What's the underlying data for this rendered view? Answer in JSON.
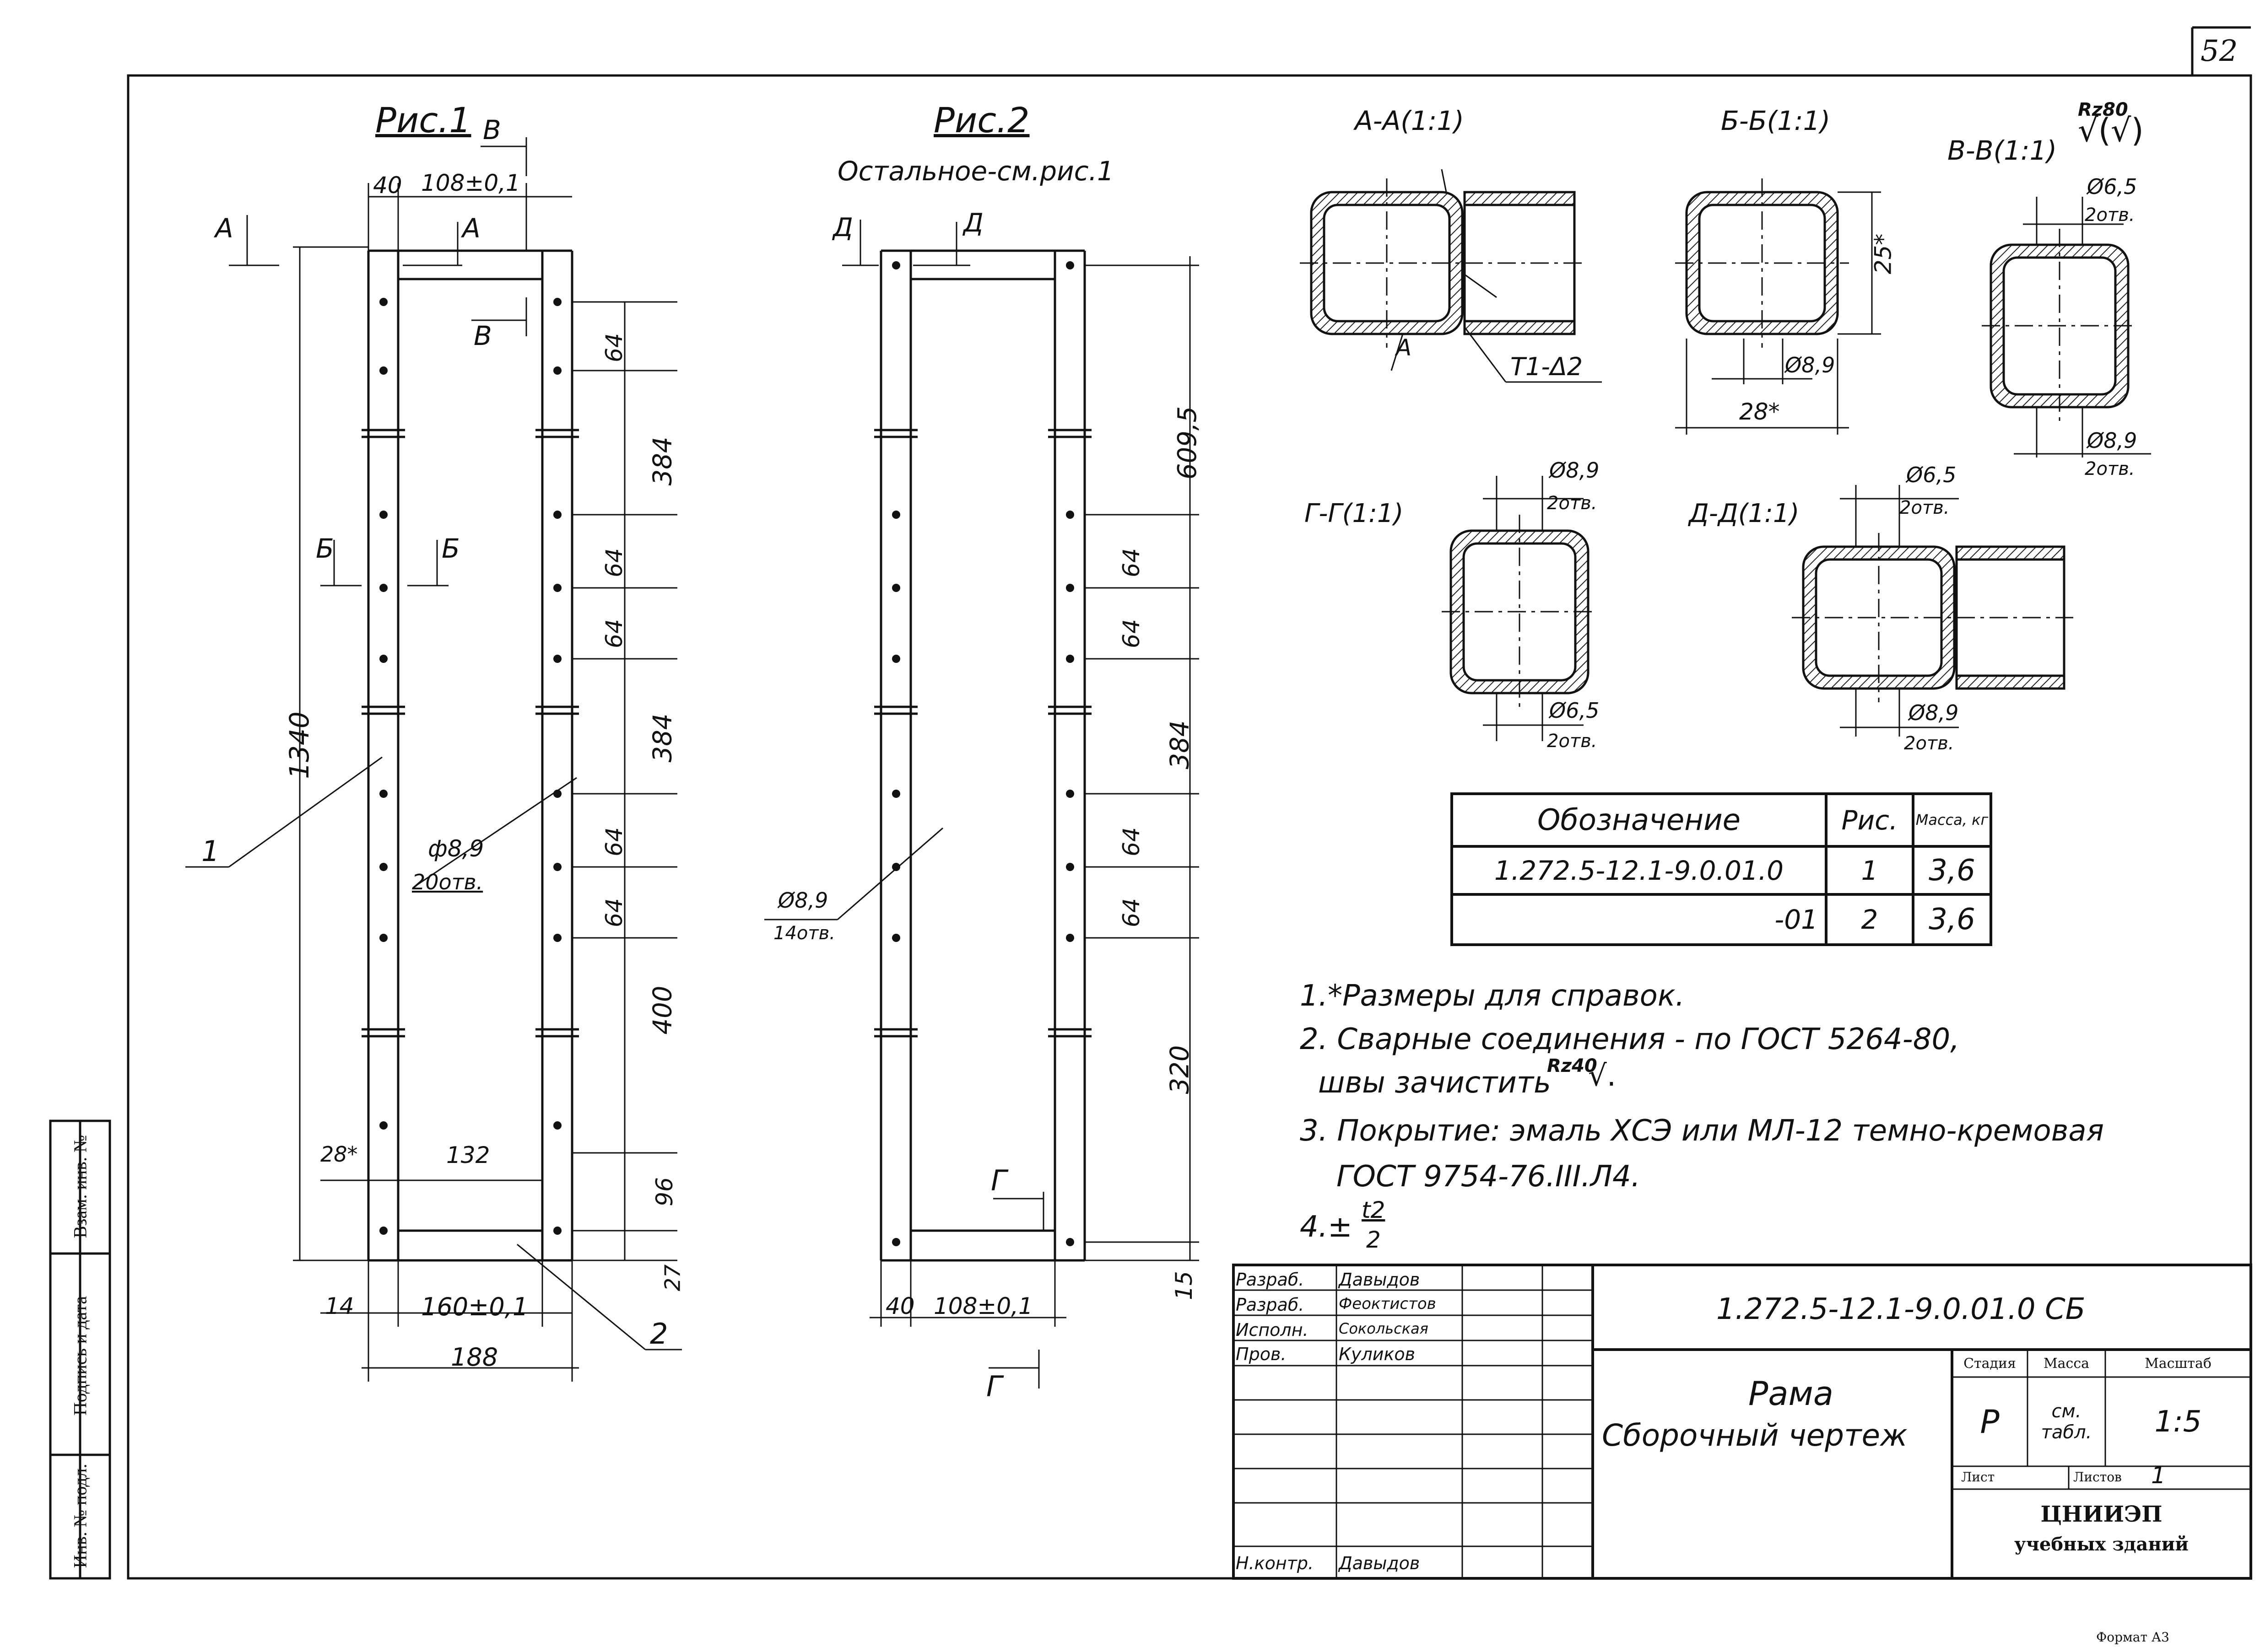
{
  "sheet": {
    "page_number": "52",
    "format": "Формат А3"
  },
  "side_stamp": {
    "vzam": "Взам. инв. №",
    "podpis": "Подпись и дата",
    "inv": "Инв. № подл."
  },
  "figure1": {
    "title": "Рис.1",
    "dims": {
      "w40": "40",
      "w108": "108±0,1",
      "d64a": "64",
      "d384a": "384",
      "d64b": "64",
      "d64c": "64",
      "d384b": "384",
      "d64d": "64",
      "d64e": "64",
      "d400": "400",
      "d96": "96",
      "d27": "27",
      "h1340": "1340",
      "w28": "28*",
      "w132": "132",
      "w14": "14",
      "w160": "160±0,1",
      "w188": "188"
    },
    "holes": "ф8,9",
    "holes_count": "20отв.",
    "labels": {
      "A": "А",
      "B": "В",
      "B2": "Б",
      "leader1": "1",
      "leader2": "2"
    }
  },
  "figure2": {
    "title": "Рис.2",
    "note": "Остальное-см.рис.1",
    "dims": {
      "h6095": "609,5",
      "d64a": "64",
      "d64b": "64",
      "d384": "384",
      "d64c": "64",
      "d64d": "64",
      "d320": "320",
      "d15": "15",
      "w40": "40",
      "w108": "108±0,1"
    },
    "holes": "Ø8,9",
    "holes_count": "14отв.",
    "labels": {
      "D": "Д",
      "G": "Г"
    }
  },
  "sections": {
    "aa": {
      "title": "А-А(1:1)",
      "weld": "Т1-Δ2",
      "mark": "А"
    },
    "bb": {
      "title": "Б-Б(1:1)",
      "d25": "25*",
      "d28": "28*",
      "hole": "Ø8,9"
    },
    "vv": {
      "title": "В-В(1:1)",
      "rz": "Rz80",
      "hole1": "Ø6,5",
      "hole1_n": "2отв.",
      "hole2": "Ø8,9",
      "hole2_n": "2отв."
    },
    "gg": {
      "title": "Г-Г(1:1)",
      "hole1": "Ø8,9",
      "hole1_n": "2отв.",
      "hole2": "Ø6,5",
      "hole2_n": "2отв."
    },
    "dd": {
      "title": "Д-Д(1:1)",
      "hole1": "Ø6,5",
      "hole1_n": "2отв.",
      "hole2": "Ø8,9",
      "hole2_n": "2отв."
    }
  },
  "spec_table": {
    "headers": [
      "Обозначение",
      "Рис.",
      "Масса, кг"
    ],
    "rows": [
      [
        "1.272.5-12.1-9.0.01.0",
        "1",
        "3,6"
      ],
      [
        "-01",
        "2",
        "3,6"
      ]
    ]
  },
  "notes": {
    "n1": "1.*Размеры для справок.",
    "n2a": "2. Сварные соединения - по ГОСТ 5264-80,",
    "n2b": "швы зачистить",
    "n2rz": "Rz40",
    "n3a": "3. Покрытие: эмаль ХСЭ или МЛ-12 темно-кремовая",
    "n3b": "ГОСТ 9754-76.III.Л4.",
    "n4a": "4.±",
    "n4num": "t2",
    "n4den": "2"
  },
  "title_block": {
    "roles": [
      "Разраб.",
      "Разраб.",
      "Исполн.",
      "Пров.",
      "Н.контр."
    ],
    "names": [
      "Давыдов",
      "Феоктистов",
      "Сокольская",
      "Куликов",
      "Давыдов"
    ],
    "doc_code": "1.272.5-12.1-9.0.01.0 СБ",
    "name_line1": "Рама",
    "name_line2": "Сборочный чертеж",
    "hdr_stage": "Стадия",
    "hdr_mass": "Масса",
    "hdr_scale": "Масштаб",
    "stage": "Р",
    "mass": "см. табл.",
    "scale": "1:5",
    "sheet_lbl": "Лист",
    "sheets_lbl": "Листов",
    "sheets_val": "1",
    "org1": "ЦНИИЭП",
    "org2": "учебных зданий"
  }
}
